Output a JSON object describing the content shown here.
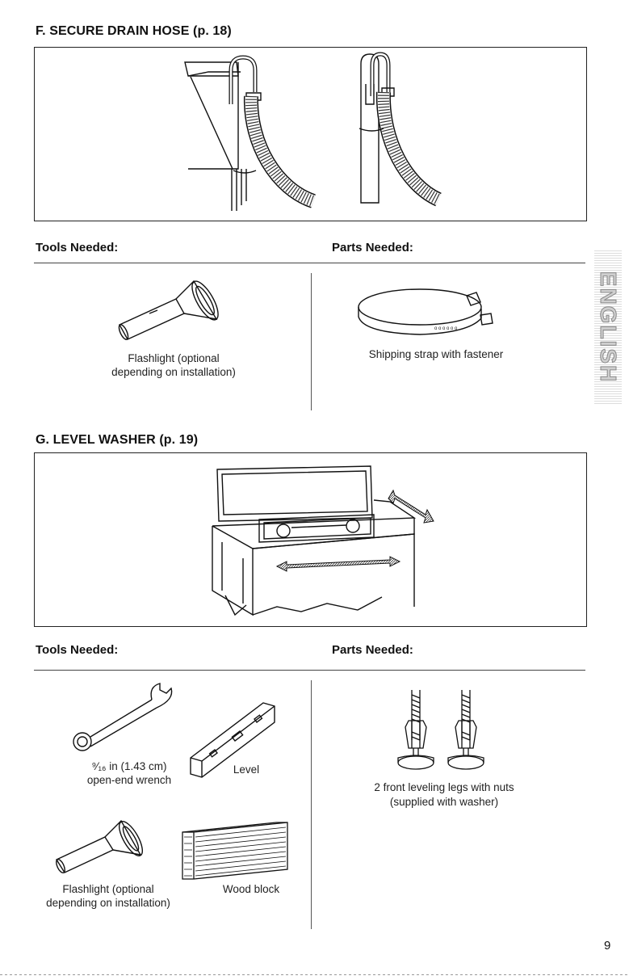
{
  "sectionF": {
    "title": "F. SECURE DRAIN HOSE (p. 18)",
    "tools_heading": "Tools Needed:",
    "parts_heading": "Parts Needed:",
    "tool_caption_line1": "Flashlight (optional",
    "tool_caption_line2": "depending on installation)",
    "part_caption": "Shipping strap with fastener"
  },
  "sectionG": {
    "title": "G. LEVEL WASHER (p. 19)",
    "tools_heading": "Tools Needed:",
    "parts_heading": "Parts Needed:",
    "wrench_size_frac": "⁹⁄₁₆",
    "wrench_size_rest": " in (1.43 cm)",
    "wrench_line2": "open-end wrench",
    "level_label": "Level",
    "flashlight_line1": "Flashlight (optional",
    "flashlight_line2": "depending on installation)",
    "wood_block_label": "Wood block",
    "legs_line1": "2 front leveling legs with nuts",
    "legs_line2": "(supplied with washer)"
  },
  "side_tab": {
    "text": "ENGLISH"
  },
  "page_number": "9"
}
